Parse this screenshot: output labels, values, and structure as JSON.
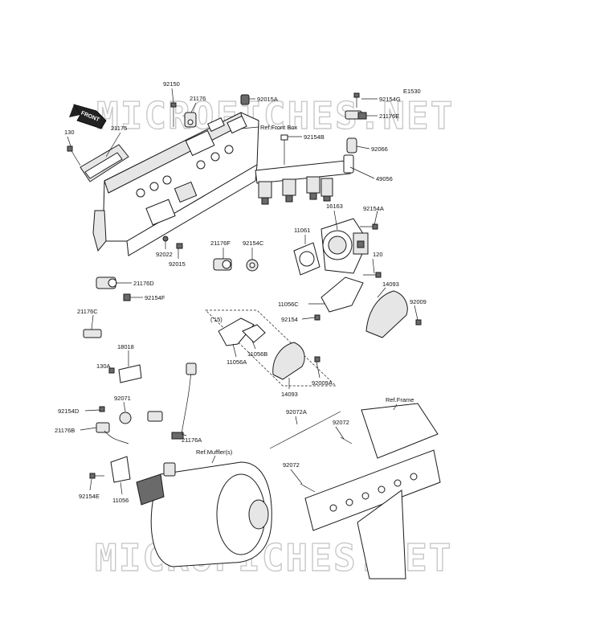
{
  "diagram_code": "E1530",
  "watermark": "MICROFICHES.NET",
  "front_arrow": "FRONT",
  "refs": {
    "front_box": "Ref.Front Box",
    "muffler": "Ref.Muffler(s)",
    "frame": "Ref.Frame"
  },
  "year_note": "('15)",
  "parts": {
    "p92150": "92150",
    "p21176_top": "21176",
    "p92015A": "92015A",
    "p130": "130",
    "p21175": "21175",
    "p92154G": "92154G",
    "p21176E": "21176E",
    "p92154B": "92154B",
    "p92066": "92066",
    "p49056": "49056",
    "p16163": "16163",
    "p92154A": "92154A",
    "p11061": "11061",
    "p92022": "92022",
    "p92015": "92015",
    "p21176F": "21176F",
    "p92154C": "92154C",
    "p120": "120",
    "p21176D": "21176D",
    "p92154F": "92154F",
    "p14093_r": "14093",
    "p11056C": "11056C",
    "p92009": "92009",
    "p92154": "92154",
    "p21176C": "21176C",
    "p11056A": "11056A",
    "p11056B": "11056B",
    "p18018": "18018",
    "p130A": "130A",
    "p92009A": "92009A",
    "p14093_b": "14093",
    "p92154D": "92154D",
    "p92071": "92071",
    "p21176B": "21176B",
    "p21176A": "21176A",
    "p92072A": "92072A",
    "p92072_a": "92072",
    "p92072_b": "92072",
    "p11056": "11056",
    "p92154E": "92154E"
  }
}
